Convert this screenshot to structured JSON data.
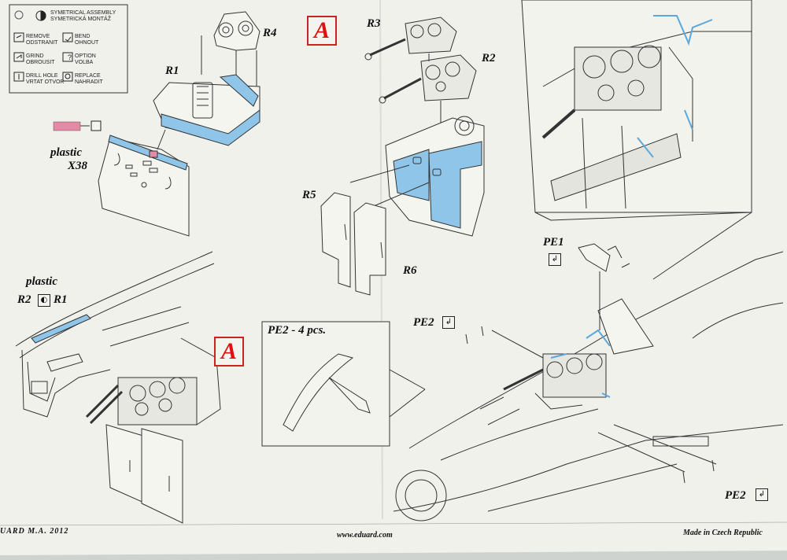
{
  "legend": {
    "items": [
      {
        "icon": "symmetrical-assembly-icon",
        "text": "SYMETRICAL ASSEMBLY\nSYMETRICKÁ MONTÁŽ"
      },
      {
        "icon": "remove-icon",
        "text": "REMOVE\nODSTRANIT"
      },
      {
        "icon": "bend-icon",
        "text": "BEND\nOHNOUT"
      },
      {
        "icon": "grind-icon",
        "text": "GRIND\nOBROUSIT"
      },
      {
        "icon": "option-icon",
        "text": "OPTION\nVOLBA"
      },
      {
        "icon": "drill-hole-icon",
        "text": "DRILL HOLE\nVRTAT OTVOR"
      },
      {
        "icon": "replace-icon",
        "text": "REPLACE\nNAHRADIT"
      }
    ]
  },
  "parts": {
    "r1": "R1",
    "r2": "R2",
    "r3": "R3",
    "r4": "R4",
    "r5": "R5",
    "r6": "R6",
    "pe1": "PE1",
    "pe2": "PE2"
  },
  "labels": {
    "plastic_x38_line1": "plastic",
    "plastic_x38_line2": "X38",
    "plastic_symmetric": "plastic",
    "r2_left": "R2",
    "r1_right": "R1",
    "pe2_inset_title": "PE2 - 4 pcs.",
    "step_marker": "A"
  },
  "footer": {
    "left": "UARD  M.A. 2012",
    "center": "www.eduard.com",
    "right": "Made in Czech Republic"
  },
  "colors": {
    "paper": "#f1f1ec",
    "highlight_blue": "#8ec5e8",
    "marker_red": "#d11",
    "pink_part": "#e58aa6"
  }
}
